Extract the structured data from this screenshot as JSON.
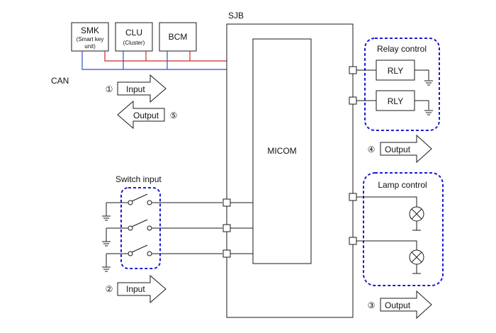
{
  "colors": {
    "line": "#1a1a1a",
    "can_red": "#cc2a2a",
    "can_blue": "#2d4fc7",
    "group_border": "#1a1ad6"
  },
  "ecus": {
    "smk": {
      "label": "SMK",
      "sub1": "(Smart key",
      "sub2": "unit)"
    },
    "clu": {
      "label": "CLU",
      "sub": "(Cluster)"
    },
    "bcm": {
      "label": "BCM"
    }
  },
  "can_label": "CAN",
  "sjb_label": "SJB",
  "micom_label": "MICOM",
  "switch_group_label": "Switch input",
  "relay_group_label": "Relay control",
  "lamp_group_label": "Lamp control",
  "relay_label": "RLY",
  "arrows": {
    "can_input": {
      "num": "①",
      "label": "Input"
    },
    "can_output": {
      "num": "⑤",
      "label": "Output"
    },
    "switch_input": {
      "num": "②",
      "label": "Input"
    },
    "lamp_output": {
      "num": "③",
      "label": "Output"
    },
    "relay_output": {
      "num": "④",
      "label": "Output"
    }
  }
}
